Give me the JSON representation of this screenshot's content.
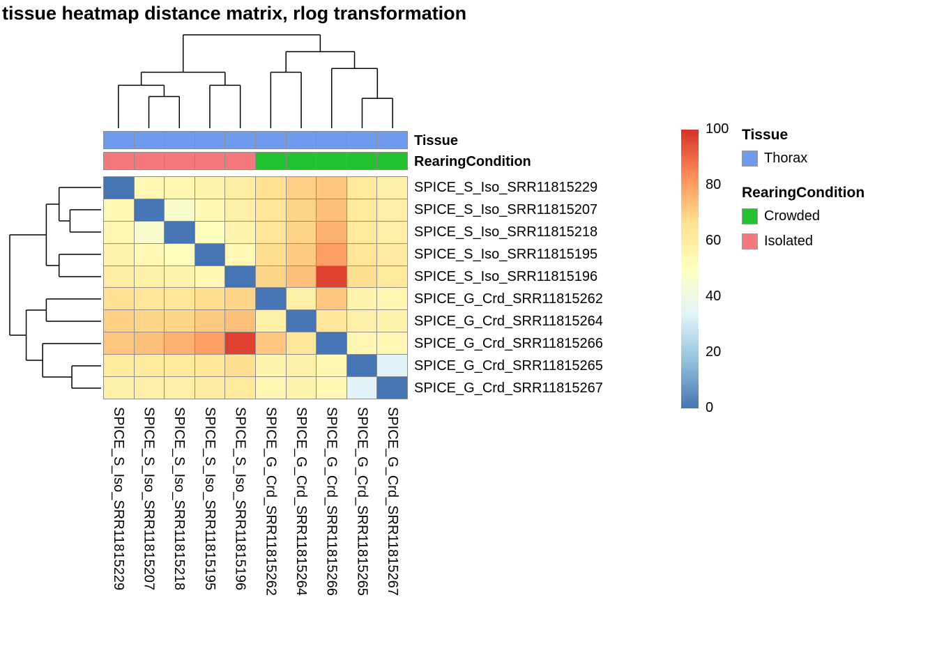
{
  "title": "tissue heatmap distance matrix, rlog transformation",
  "annotation_labels": {
    "tissue": "Tissue",
    "rearing": "RearingCondition"
  },
  "legend": {
    "scale": {
      "min": 0,
      "max": 100,
      "ticks": [
        100,
        80,
        60,
        40,
        20,
        0
      ]
    },
    "groups": [
      {
        "title": "Tissue",
        "items": [
          {
            "label": "Thorax",
            "color": "#6E9BF0"
          }
        ]
      },
      {
        "title": "RearingCondition",
        "items": [
          {
            "label": "Crowded",
            "color": "#22C32E"
          },
          {
            "label": "Isolated",
            "color": "#F4797D"
          }
        ]
      }
    ]
  },
  "chart_data": {
    "type": "heatmap",
    "title": "tissue heatmap distance matrix, rlog transformation",
    "samples": [
      "SPICE_S_Iso_SRR11815229",
      "SPICE_S_Iso_SRR11815207",
      "SPICE_S_Iso_SRR11815218",
      "SPICE_S_Iso_SRR11815195",
      "SPICE_S_Iso_SRR11815196",
      "SPICE_G_Crd_SRR11815262",
      "SPICE_G_Crd_SRR11815264",
      "SPICE_G_Crd_SRR11815266",
      "SPICE_G_Crd_SRR11815265",
      "SPICE_G_Crd_SRR11815267"
    ],
    "value_range": [
      0,
      100
    ],
    "matrix": [
      [
        0,
        54,
        55,
        57,
        60,
        66,
        70,
        72,
        62,
        58
      ],
      [
        54,
        0,
        46,
        54,
        58,
        64,
        69,
        73,
        62,
        59
      ],
      [
        55,
        46,
        0,
        50,
        56,
        64,
        69,
        76,
        62,
        59
      ],
      [
        57,
        54,
        50,
        0,
        54,
        67,
        71,
        80,
        64,
        61
      ],
      [
        60,
        58,
        56,
        54,
        0,
        69,
        73,
        97,
        67,
        62
      ],
      [
        66,
        64,
        64,
        67,
        69,
        0,
        58,
        72,
        56,
        55
      ],
      [
        70,
        69,
        69,
        71,
        73,
        58,
        0,
        63,
        58,
        56
      ],
      [
        72,
        73,
        76,
        80,
        97,
        72,
        63,
        0,
        55,
        54
      ],
      [
        62,
        62,
        62,
        64,
        67,
        56,
        58,
        55,
        0,
        34
      ],
      [
        58,
        59,
        59,
        61,
        62,
        55,
        56,
        54,
        34,
        0
      ]
    ],
    "colormap": {
      "domain": [
        0,
        100
      ],
      "stops": [
        "#4575B4",
        "#91BFDB",
        "#E0F3F8",
        "#FFFFBF",
        "#FEE090",
        "#FC8D59",
        "#D73027"
      ]
    },
    "annotations": {
      "Tissue": {
        "values": [
          "Thorax",
          "Thorax",
          "Thorax",
          "Thorax",
          "Thorax",
          "Thorax",
          "Thorax",
          "Thorax",
          "Thorax",
          "Thorax"
        ],
        "colors": {
          "Thorax": "#6E9BF0"
        }
      },
      "RearingCondition": {
        "values": [
          "Isolated",
          "Isolated",
          "Isolated",
          "Isolated",
          "Isolated",
          "Crowded",
          "Crowded",
          "Crowded",
          "Crowded",
          "Crowded"
        ],
        "colors": {
          "Crowded": "#22C32E",
          "Isolated": "#F4797D"
        }
      }
    },
    "col_dendrogram": {
      "h": 1.0,
      "c": [
        {
          "h": 0.6,
          "c": [
            {
              "h": 0.46,
              "c": [
                {
                  "leaf": 0
                },
                {
                  "h": 0.34,
                  "c": [
                    {
                      "leaf": 1
                    },
                    {
                      "leaf": 2
                    }
                  ]
                }
              ]
            },
            {
              "h": 0.46,
              "c": [
                {
                  "leaf": 3
                },
                {
                  "leaf": 4
                }
              ]
            }
          ]
        },
        {
          "h": 0.82,
          "c": [
            {
              "h": 0.6,
              "c": [
                {
                  "leaf": 5
                },
                {
                  "leaf": 6
                }
              ]
            },
            {
              "h": 0.64,
              "c": [
                {
                  "leaf": 7
                },
                {
                  "h": 0.32,
                  "c": [
                    {
                      "leaf": 8
                    },
                    {
                      "leaf": 9
                    }
                  ]
                }
              ]
            }
          ]
        }
      ]
    },
    "row_dendrogram": {
      "h": 1.0,
      "c": [
        {
          "h": 0.6,
          "c": [
            {
              "h": 0.46,
              "c": [
                {
                  "leaf": 0
                },
                {
                  "h": 0.34,
                  "c": [
                    {
                      "leaf": 1
                    },
                    {
                      "leaf": 2
                    }
                  ]
                }
              ]
            },
            {
              "h": 0.46,
              "c": [
                {
                  "leaf": 3
                },
                {
                  "leaf": 4
                }
              ]
            }
          ]
        },
        {
          "h": 0.82,
          "c": [
            {
              "h": 0.6,
              "c": [
                {
                  "leaf": 5
                },
                {
                  "leaf": 6
                }
              ]
            },
            {
              "h": 0.64,
              "c": [
                {
                  "leaf": 7
                },
                {
                  "h": 0.32,
                  "c": [
                    {
                      "leaf": 8
                    },
                    {
                      "leaf": 9
                    }
                  ]
                }
              ]
            }
          ]
        }
      ]
    }
  }
}
